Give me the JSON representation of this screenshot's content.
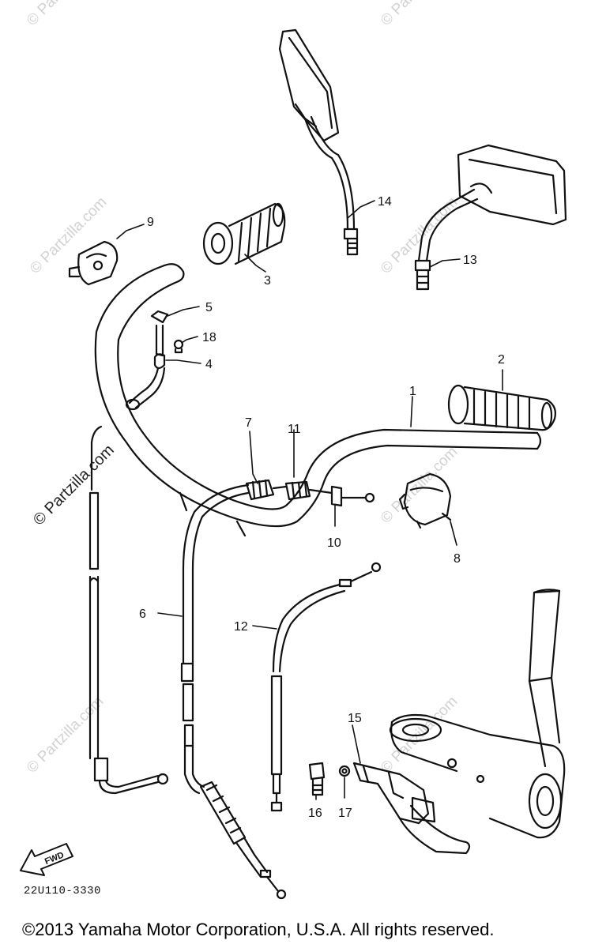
{
  "diagram": {
    "part_labels": {
      "p1": "1",
      "p2": "2",
      "p3": "3",
      "p4": "4",
      "p5": "5",
      "p6": "6",
      "p7": "7",
      "p8": "8",
      "p9": "9",
      "p10": "10",
      "p11": "11",
      "p12": "12",
      "p13": "13",
      "p14": "14",
      "p15": "15",
      "p16": "16",
      "p17": "17",
      "p18": "18"
    },
    "forward_label": "FWD",
    "diagram_code": "22U110-3330",
    "watermark": "© Partzilla.com",
    "copyright": "©2013  Yamaha Motor Corporation, U.S.A. All rights reserved."
  }
}
